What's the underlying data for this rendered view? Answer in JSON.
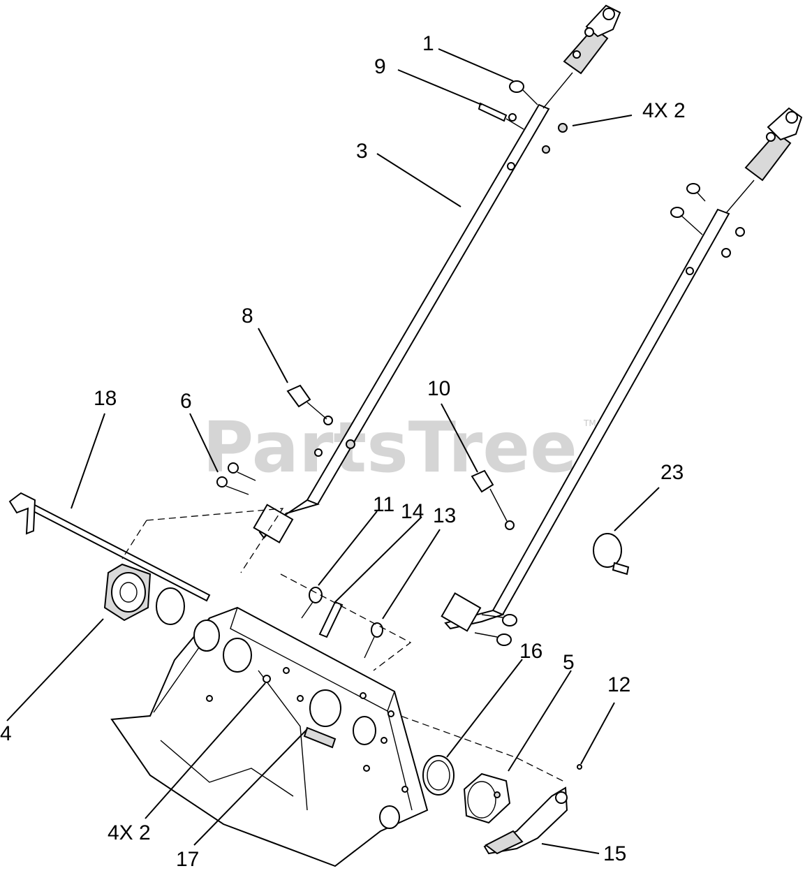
{
  "watermark": {
    "text": "PartsTree",
    "trademark": "TM"
  },
  "callouts": {
    "c1": "1",
    "c9": "9",
    "c4x2_top": "4X 2",
    "c3": "3",
    "c8": "8",
    "c18": "18",
    "c6": "6",
    "c10": "10",
    "c23": "23",
    "c11": "11",
    "c14": "14",
    "c13": "13",
    "c16": "16",
    "c5": "5",
    "c12": "12",
    "c4": "4",
    "c4x2_bottom": "4X 2",
    "c17": "17",
    "c15": "15"
  }
}
